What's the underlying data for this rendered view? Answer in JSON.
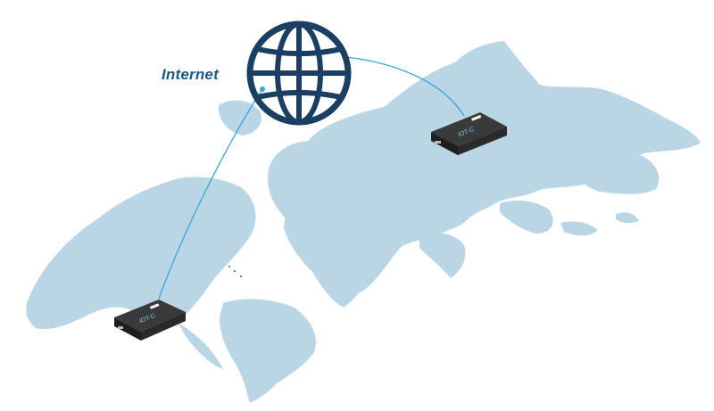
{
  "diagram": {
    "label": "Internet",
    "label_color": "#1b5a86",
    "globe_color": "#1b3f63",
    "link_color": "#35a7d8",
    "land_color": "#b9d5e6",
    "device_color": "#2a2a2a",
    "device_brand": "IOT-C",
    "nodes": [
      {
        "id": "globe",
        "icon": "globe-icon"
      },
      {
        "id": "device-americas",
        "icon": "router-device-icon"
      },
      {
        "id": "device-asia",
        "icon": "router-device-icon"
      }
    ],
    "links": [
      {
        "from": "globe",
        "to": "device-americas"
      },
      {
        "from": "globe",
        "to": "device-asia"
      }
    ]
  }
}
